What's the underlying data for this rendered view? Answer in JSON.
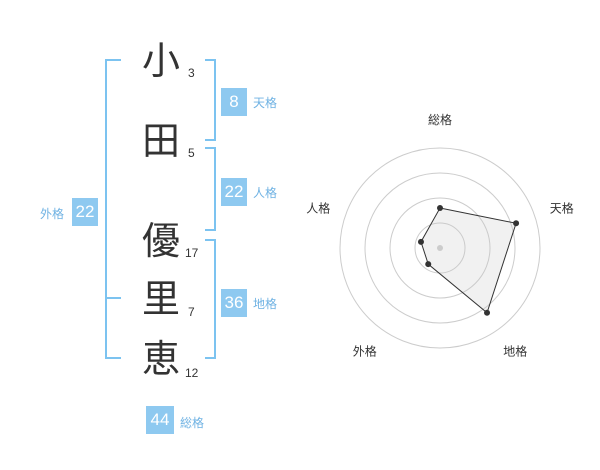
{
  "name": {
    "characters": [
      {
        "char": "小",
        "strokes": "3"
      },
      {
        "char": "田",
        "strokes": "5"
      },
      {
        "char": "優",
        "strokes": "17"
      },
      {
        "char": "里",
        "strokes": "7"
      },
      {
        "char": "恵",
        "strokes": "12"
      }
    ]
  },
  "kakusu": {
    "tenkaku": {
      "label": "天格",
      "value": "8"
    },
    "jinkaku": {
      "label": "人格",
      "value": "22"
    },
    "chikaku": {
      "label": "地格",
      "value": "36"
    },
    "gaikaku": {
      "label": "外格",
      "value": "22"
    },
    "soukaku": {
      "label": "総格",
      "value": "44"
    }
  },
  "colors": {
    "accent": "#8ec9f0",
    "bracket": "#7cc3f0",
    "label": "#6fb2e3"
  },
  "chart_data": {
    "type": "radar",
    "axes": [
      "総格",
      "天格",
      "地格",
      "外格",
      "人格"
    ],
    "values": [
      0.4,
      0.8,
      0.8,
      0.2,
      0.2
    ],
    "rings": 4
  }
}
